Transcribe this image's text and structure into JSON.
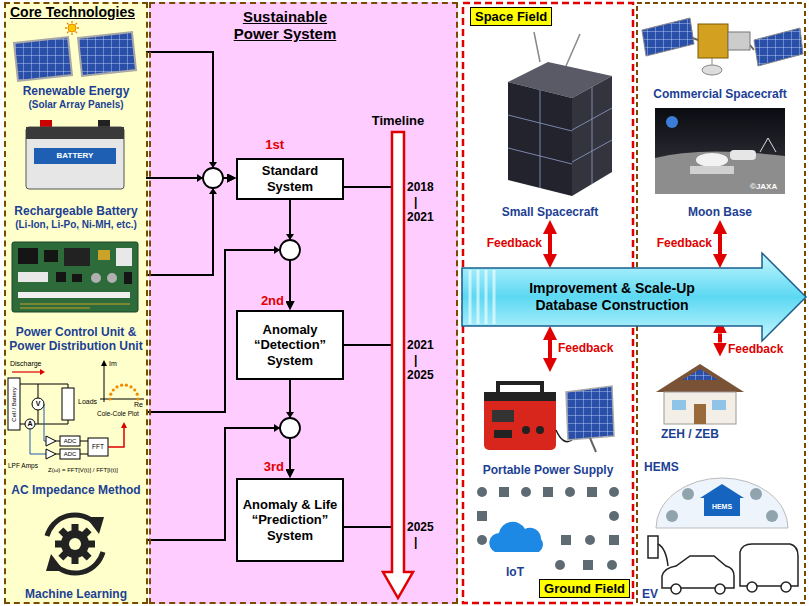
{
  "diagram": {
    "nodes": [
      {
        "text": [
          "Core Technologies"
        ]
      },
      {
        "text": [
          "Renewable Energy",
          "(Solar Array Panels)"
        ],
        "in": 0
      },
      {
        "text": [
          "Rechargeable Battery",
          "(Li-Ion, Li-Po, Ni-MH, etc.)"
        ],
        "in": 0
      },
      {
        "text": [
          "Power Control Unit & Power Distribution Unit"
        ],
        "in": 0
      },
      {
        "text": [
          "AC Impedance Method"
        ],
        "in": 0
      },
      {
        "text": [
          "Machine Learning"
        ],
        "in": 0
      },
      {
        "text": [
          "Sustainable Power System"
        ]
      },
      {
        "text": [
          "Standard System"
        ],
        "in": 6
      },
      {
        "text": [
          "Anomaly “Detection” System"
        ],
        "in": 6
      },
      {
        "text": [
          "Anomaly & Life “Prediction” System"
        ],
        "in": 6
      },
      {
        "text": [
          "Space Field"
        ]
      },
      {
        "text": [
          "Small Spacecraft"
        ]
      },
      {
        "text": [
          "Improvement & Scale-Up Database Construction"
        ]
      },
      {
        "text": [
          "Portable Power Supply"
        ]
      },
      {
        "text": [
          "Ground Field"
        ]
      },
      {
        "text": [
          "Moon Base"
        ]
      },
      {
        "text": [
          "ZEH / ZEB"
        ]
      }
    ],
    "edges": [
      {
        "from": 1,
        "to": 7,
        "arrow": "to"
      },
      {
        "from": 2,
        "to": 7,
        "arrow": "to"
      },
      {
        "from": 3,
        "to": 7,
        "arrow": "to"
      },
      {
        "from": 7,
        "to": 8,
        "arrow": "to"
      },
      {
        "from": 4,
        "to": 8,
        "arrow": "to"
      },
      {
        "from": 8,
        "to": 9,
        "arrow": "to"
      },
      {
        "from": 5,
        "to": 9,
        "arrow": "to"
      },
      {
        "from": 11,
        "to": 12,
        "arrow": "both",
        "label": "Feedback"
      },
      {
        "from": 12,
        "to": 13,
        "arrow": "both",
        "label": "Feedback"
      },
      {
        "from": 15,
        "to": 12,
        "arrow": "both",
        "label": "Feedback"
      },
      {
        "from": 12,
        "to": 16,
        "arrow": "both",
        "label": "Feedback"
      }
    ],
    "labels": [
      "1st",
      "2nd",
      "3rd",
      "Timeline",
      "2018",
      "|",
      "2021",
      "2021",
      "|",
      "2025",
      "2025",
      "|",
      "BATTERY",
      "Discharge",
      "Cell / Battery",
      "Loads",
      "V",
      "A",
      "LPF Amps",
      "ADC",
      "ADC",
      "FFT",
      "Im",
      "Re",
      "Cole-Cole Plot",
      "Z(ω) = FFT[V(t)] / FFT[I(t)]",
      "Commercial Spacecraft",
      "©JAXA",
      "IoT",
      "HEMS",
      "HEMS",
      "EV"
    ]
  }
}
